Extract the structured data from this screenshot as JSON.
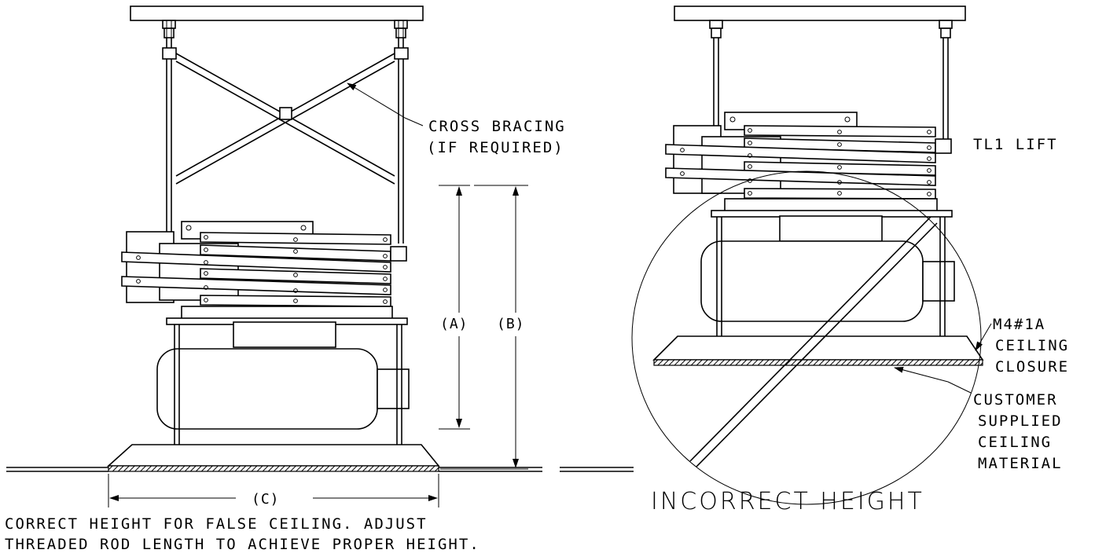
{
  "labels": {
    "cross_bracing_line1": "CROSS BRACING",
    "cross_bracing_line2": "(IF REQUIRED)",
    "dim_a": "(A)",
    "dim_b": "(B)",
    "dim_c": "(C)",
    "correct_caption_line1": "CORRECT HEIGHT FOR FALSE CEILING. ADJUST",
    "correct_caption_line2": "THREADED ROD LENGTH TO ACHIEVE PROPER HEIGHT.",
    "tl1_lift": "TL1 LIFT",
    "closure_line1": "M4#1A",
    "closure_line2": "CEILING",
    "closure_line3": "CLOSURE",
    "material_line1": "CUSTOMER",
    "material_line2": "SUPPLIED",
    "material_line3": "CEILING",
    "material_line4": "MATERIAL",
    "incorrect_caption": "INCORRECT HEIGHT"
  }
}
